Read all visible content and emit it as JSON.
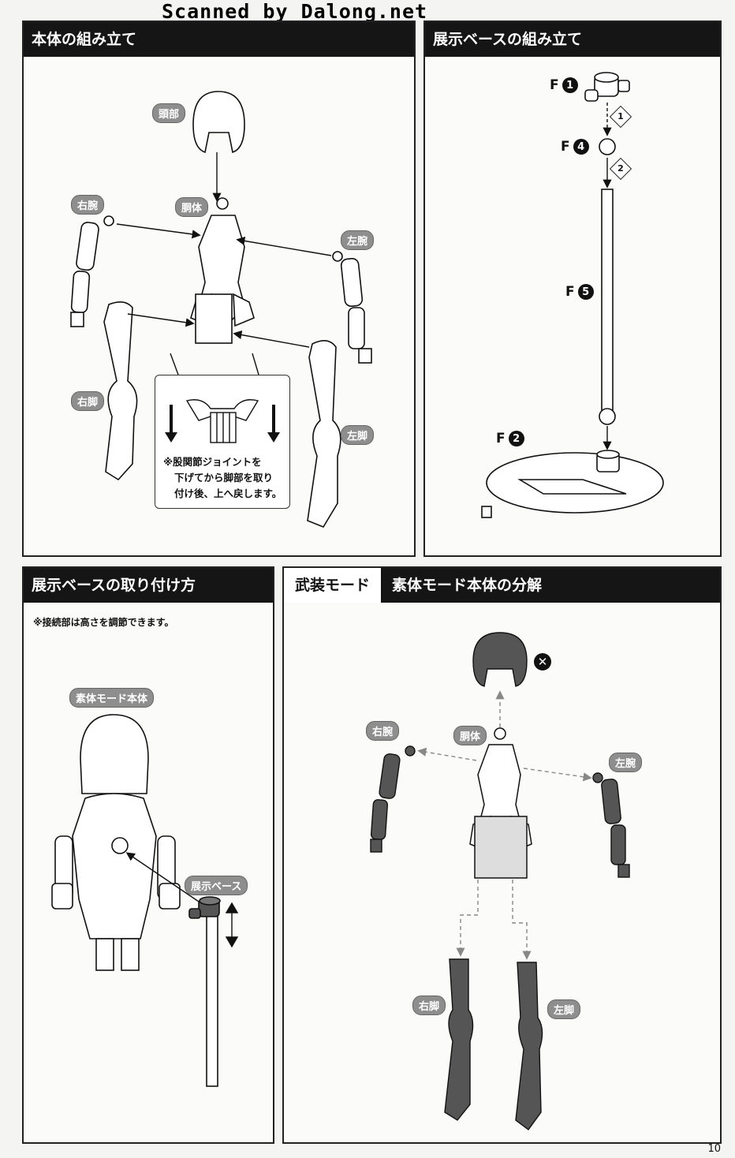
{
  "watermark": "Scanned by Dalong.net",
  "page_number": "10",
  "sections": {
    "body_assembly": {
      "title": "本体の組み立て",
      "labels": {
        "head": "頭部",
        "torso": "胴体",
        "right_arm": "右腕",
        "left_arm": "左腕",
        "right_leg": "右脚",
        "left_leg": "左脚"
      },
      "callout": [
        "※股関節ジョイントを",
        "下げてから脚部を取り",
        "付け後、上へ戻します。"
      ]
    },
    "base_assembly": {
      "title": "展示ベースの組み立て",
      "parts": [
        {
          "letter": "F",
          "num": "1"
        },
        {
          "letter": "F",
          "num": "4"
        },
        {
          "letter": "F",
          "num": "5"
        },
        {
          "letter": "F",
          "num": "2"
        }
      ],
      "steps": [
        "1",
        "2"
      ]
    },
    "base_attach": {
      "title": "展示ベースの取り付け方",
      "note": "※接続部は高さを調節できます。",
      "labels": {
        "body": "素体モード本体",
        "base": "展示ベース"
      }
    },
    "armor_mode": {
      "tab": "武装モード",
      "title": "素体モード本体の分解",
      "labels": {
        "torso": "胴体",
        "right_arm": "右腕",
        "left_arm": "左腕",
        "right_leg": "右脚",
        "left_leg": "左脚"
      },
      "remove_mark": "✕"
    }
  },
  "colors": {
    "header_bg": "#151515",
    "label_bg": "#8e8e8e",
    "part_dark": "#555555"
  }
}
